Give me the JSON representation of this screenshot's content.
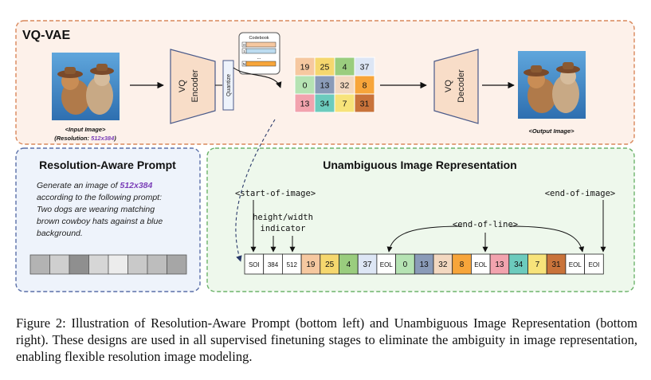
{
  "vqvae": {
    "title": "VQ-VAE",
    "input_caption": "<Input Image>",
    "resolution_prefix": "(Resolution: ",
    "resolution_value": "512x384",
    "resolution_suffix": ")",
    "output_caption": "<Output Image>",
    "encoder_vq": "VQ",
    "encoder_label": "Encoder",
    "quantize_label": "Quantize",
    "codebook_title": "Codebook",
    "codebook_rows": [
      "0",
      "1",
      "...",
      "N"
    ],
    "decoder_vq": "VQ",
    "decoder_label": "Decoder",
    "grid": [
      [
        {
          "v": "19",
          "c": "#f6c8a0"
        },
        {
          "v": "25",
          "c": "#f5d76e"
        },
        {
          "v": "4",
          "c": "#9acd7e"
        },
        {
          "v": "37",
          "c": "#dde6f5"
        }
      ],
      [
        {
          "v": "0",
          "c": "#b5e3b3"
        },
        {
          "v": "13",
          "c": "#8a9bb8"
        },
        {
          "v": "32",
          "c": "#f3d8c0"
        },
        {
          "v": "8",
          "c": "#f7a53a"
        }
      ],
      [
        {
          "v": "13",
          "c": "#f2a3ae"
        },
        {
          "v": "34",
          "c": "#6ccbbd"
        },
        {
          "v": "7",
          "c": "#f7e37a"
        },
        {
          "v": "31",
          "c": "#c9733a"
        }
      ]
    ]
  },
  "prompt_panel": {
    "title": "Resolution-Aware Prompt",
    "line1_prefix": "Generate an image of ",
    "line1_value": "512x384",
    "lines": [
      "according to the following prompt:",
      "Two dogs are wearing matching",
      "brown cowboy hats against a blue",
      "background."
    ],
    "bar_colors": [
      "#b3b3b3",
      "#cfcfcf",
      "#8f8f8f",
      "#d6d6d6",
      "#ececec",
      "#c9c9c9",
      "#bdbdbd",
      "#a6a6a6"
    ]
  },
  "repr_panel": {
    "title": "Unambiguous Image Representation",
    "start_label": "<start-of-image>",
    "hw_label_1": "height/width",
    "hw_label_2": "indicator",
    "eol_label": "<end-of-line>",
    "end_label": "<end-of-image>",
    "tokens": [
      {
        "v": "SOI",
        "c": "#ffffff"
      },
      {
        "v": "384",
        "c": "#ffffff"
      },
      {
        "v": "512",
        "c": "#ffffff"
      },
      {
        "v": "19",
        "c": "#f6c8a0"
      },
      {
        "v": "25",
        "c": "#f5d76e"
      },
      {
        "v": "4",
        "c": "#9acd7e"
      },
      {
        "v": "37",
        "c": "#dde6f5"
      },
      {
        "v": "EOL",
        "c": "#ffffff"
      },
      {
        "v": "0",
        "c": "#b5e3b3"
      },
      {
        "v": "13",
        "c": "#8a9bb8"
      },
      {
        "v": "32",
        "c": "#f3d8c0"
      },
      {
        "v": "8",
        "c": "#f7a53a"
      },
      {
        "v": "EOL",
        "c": "#ffffff"
      },
      {
        "v": "13",
        "c": "#f2a3ae"
      },
      {
        "v": "34",
        "c": "#6ccbbd"
      },
      {
        "v": "7",
        "c": "#f7e37a"
      },
      {
        "v": "31",
        "c": "#c9733a"
      },
      {
        "v": "EOL",
        "c": "#ffffff"
      },
      {
        "v": "EOI",
        "c": "#ffffff"
      }
    ]
  },
  "caption": "Figure 2: Illustration of Resolution-Aware Prompt (bottom left) and Unambiguous Image Representation (bottom right). These designs are used in all supervised finetuning stages to eliminate the ambiguity in image representation, enabling flexible resolution image modeling.",
  "colors": {
    "vqvae_border": "#d9875a",
    "vqvae_bg": "#fdf1ea",
    "prompt_border": "#5a6fa8",
    "prompt_bg": "#eef3fb",
    "repr_border": "#6db36b",
    "repr_bg": "#eef8ec",
    "purple": "#7b3fb8",
    "block_fill": "#f8ddc8",
    "block_stroke": "#4a5a8a"
  }
}
